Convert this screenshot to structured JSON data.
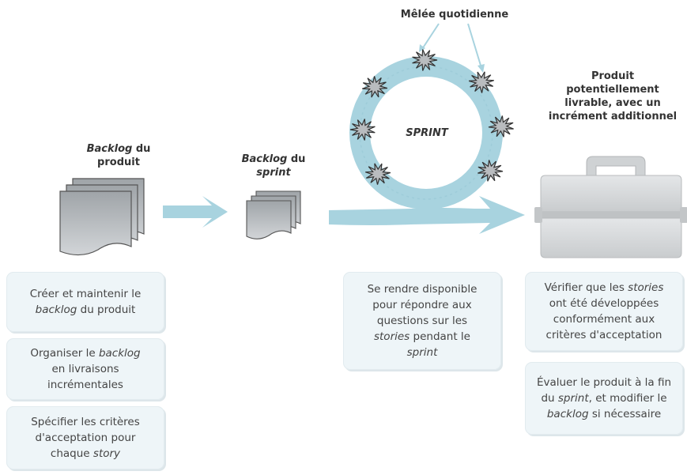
{
  "labels": {
    "daily_scrum": "Mêlée quotidienne",
    "sprint": "SPRINT",
    "product_backlog": [
      "Backlog",
      " du",
      "produit"
    ],
    "sprint_backlog": [
      "Backlog",
      " du",
      "sprint"
    ],
    "increment": [
      "Produit",
      "potentiellement",
      "livrable, avec un",
      "incrément additionnel"
    ]
  },
  "boxes": {
    "b1": [
      "Créer et maintenir le",
      "backlog",
      " du produit"
    ],
    "b2": [
      "Organiser le ",
      "backlog",
      "en livraisons",
      "incrémentales"
    ],
    "b3": [
      "Spécifier les critères",
      "d'acceptation pour",
      "chaque ",
      "story"
    ],
    "b4": [
      "Se rendre disponible",
      "pour répondre aux",
      "questions sur les",
      "stories",
      " pendant le",
      "sprint"
    ],
    "b5": [
      "Vérifier que les ",
      "stories",
      "ont été développées",
      "conformément aux",
      "critères d'acceptation"
    ],
    "b6": [
      "Évaluer le produit à la fin",
      "du ",
      "sprint",
      ", et modifier le",
      "backlog",
      " si nécessaire"
    ]
  },
  "colors": {
    "arrow": "#a8d3df",
    "arrow_dark": "#86bccb",
    "page": "#c4c8cc",
    "page_edge": "#6b6f73",
    "star": "#b9bcbf",
    "box": "#eef5f8",
    "toolbox": "#d7d9db"
  },
  "icons": {
    "backlog": "stacked-documents-icon",
    "sprint_backlog": "stacked-documents-icon",
    "increment": "toolbox-icon",
    "scrum": "starburst-icon"
  }
}
